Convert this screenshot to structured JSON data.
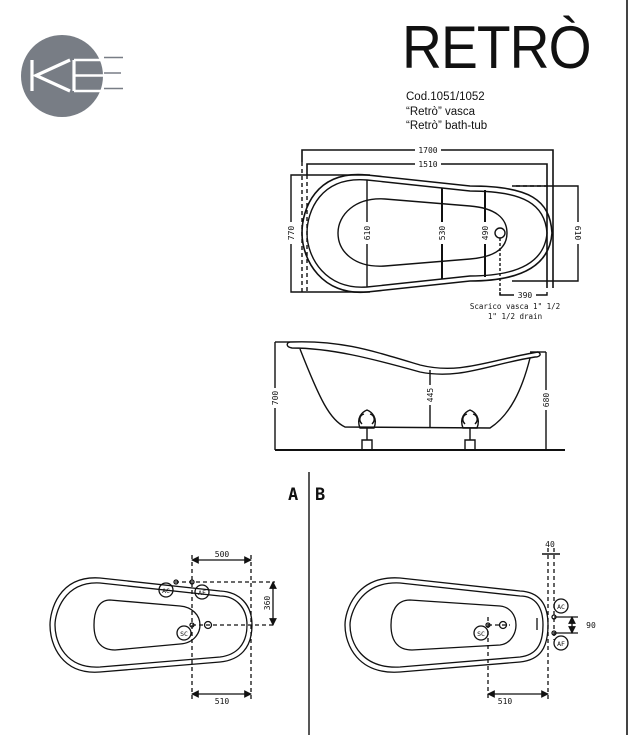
{
  "brand": {
    "logo_text": "KE",
    "logo_circle_color": "#787d85"
  },
  "header": {
    "title": "RETRÒ",
    "code": "Cod.1051/1052",
    "name_it": "“Retrò” vasca",
    "name_en": "“Retrò” bath-tub"
  },
  "top_view": {
    "dim_overall_length": "1700",
    "dim_inner_length": "1510",
    "dim_width_head": "770",
    "dim_width_foot": "610",
    "dim_inner_610": "610",
    "dim_530": "530",
    "dim_490": "490",
    "dim_drain_offset": "390",
    "drain_label_it": "Scarico vasca 1\" 1/2",
    "drain_label_en": "1\" 1/2  drain"
  },
  "side_view": {
    "dim_height_head": "700",
    "dim_height_foot": "680",
    "dim_depth": "445"
  },
  "option_labels": {
    "a": "A",
    "b": "B"
  },
  "option_a": {
    "dim_top": "500",
    "dim_side": "360",
    "dim_bottom": "510",
    "label_hot": "AC",
    "label_cold": "AF",
    "label_drain": "SC"
  },
  "option_b": {
    "dim_top": "40",
    "dim_side": "90",
    "dim_bottom": "510",
    "label_hot": "AC",
    "label_cold": "AF",
    "label_drain": "SC"
  }
}
